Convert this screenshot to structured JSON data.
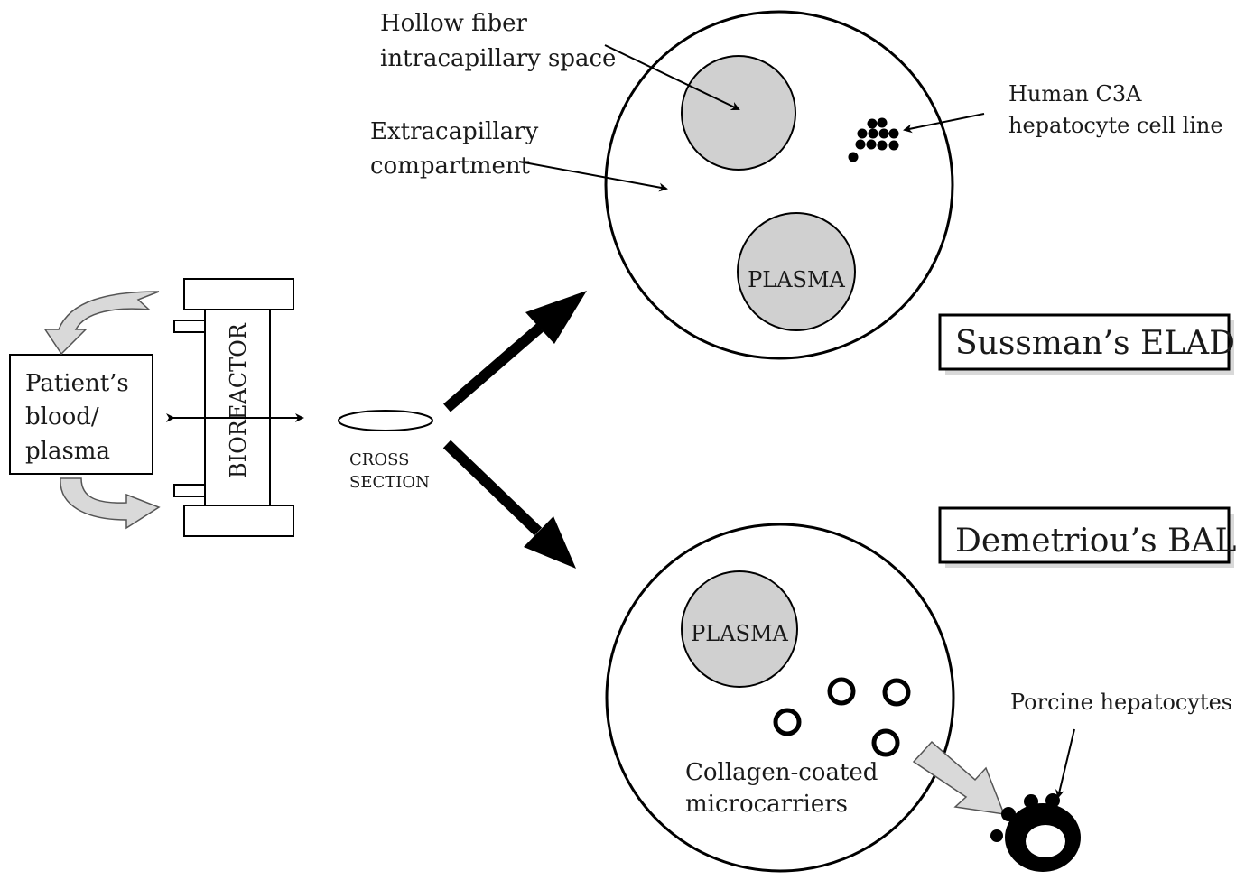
{
  "labels": {
    "patient_line1": "Patient’s",
    "patient_line2": "blood/",
    "patient_line3": "plasma",
    "bioreactor": "BIOREACTOR",
    "cross_line1": "CROSS",
    "cross_line2": "SECTION",
    "hollow_line1": "Hollow fiber",
    "hollow_line2": "intracapillary space",
    "extra_line1": "Extracapillary",
    "extra_line2": "compartment",
    "human_line1": "Human C3A",
    "human_line2": "hepatocyte cell line",
    "plasma_top": "PLASMA",
    "plasma_bottom": "PLASMA",
    "elad_title": "Sussman’s ELAD",
    "bal_title": "Demetriou’s BAL",
    "porcine": "Porcine hepatocytes",
    "collagen_line1": "Collagen-coated",
    "collagen_line2": "microcarriers"
  },
  "colors": {
    "stroke": "#000000",
    "plasma_fill": "#d0d0d0",
    "box_shadow": "#d9d9d9",
    "flow_arrow_fill": "#d9d9d9"
  }
}
